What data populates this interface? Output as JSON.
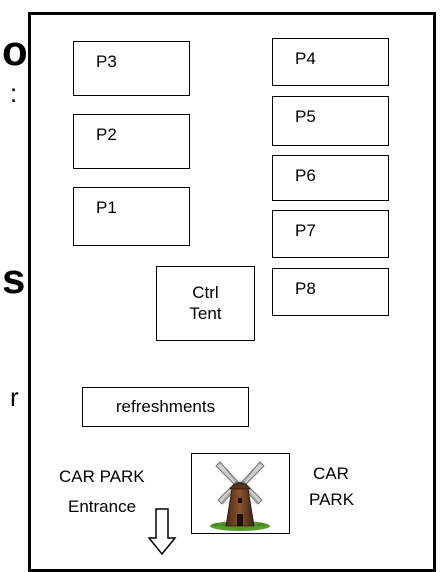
{
  "plots": [
    {
      "id": "p3",
      "label": "P3"
    },
    {
      "id": "p2",
      "label": "P2"
    },
    {
      "id": "p1",
      "label": "P1"
    },
    {
      "id": "p4",
      "label": "P4"
    },
    {
      "id": "p5",
      "label": "P5"
    },
    {
      "id": "p6",
      "label": "P6"
    },
    {
      "id": "p7",
      "label": "P7"
    },
    {
      "id": "p8",
      "label": "P8"
    }
  ],
  "ctrl_tent": {
    "line1": "Ctrl",
    "line2": "Tent"
  },
  "refreshments": "refreshments",
  "car_park_entrance": {
    "line1": "CAR PARK",
    "line2": "Entrance"
  },
  "car_park": {
    "line1": "CAR",
    "line2": "PARK"
  },
  "windmill_icon": "windmill-icon",
  "edge_glyphs": [
    "o",
    ":",
    "s",
    "r"
  ]
}
